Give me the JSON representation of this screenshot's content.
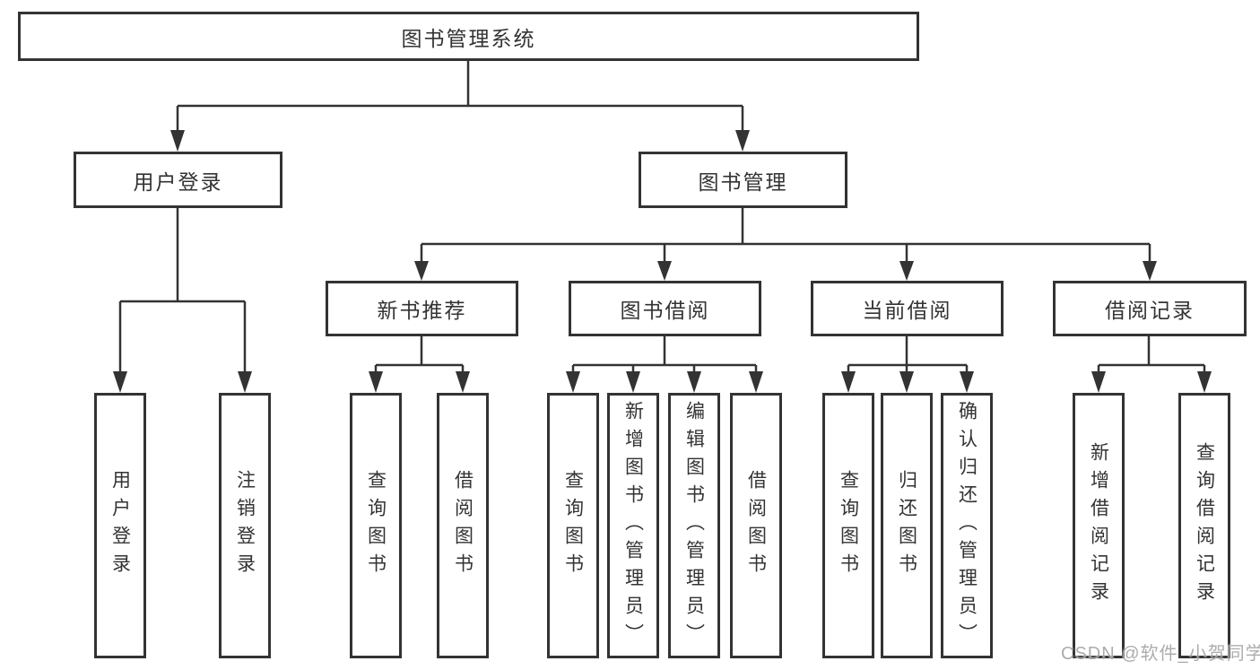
{
  "diagram": {
    "title": "图书管理系统",
    "type": "hierarchy-tree",
    "tree": {
      "label": "图书管理系统",
      "children": [
        {
          "label": "用户登录",
          "children": [
            {
              "label": "用户登录"
            },
            {
              "label": "注销登录"
            }
          ]
        },
        {
          "label": "图书管理",
          "children": [
            {
              "label": "新书推荐",
              "children": [
                {
                  "label": "查询图书"
                },
                {
                  "label": "借阅图书"
                }
              ]
            },
            {
              "label": "图书借阅",
              "children": [
                {
                  "label": "查询图书"
                },
                {
                  "label": "新增图书（管理员）"
                },
                {
                  "label": "编辑图书（管理员）"
                },
                {
                  "label": "借阅图书"
                }
              ]
            },
            {
              "label": "当前借阅",
              "children": [
                {
                  "label": "查询图书"
                },
                {
                  "label": "归还图书"
                },
                {
                  "label": "确认归还（管理员）"
                }
              ]
            },
            {
              "label": "借阅记录",
              "children": [
                {
                  "label": "新增借阅记录"
                },
                {
                  "label": "查询借阅记录"
                }
              ]
            }
          ]
        }
      ]
    }
  },
  "watermark": {
    "text": "CSDN @软件_小贺同学",
    "color": "#9e9e9e"
  },
  "colors": {
    "background": "#ffffff",
    "line": "#333333",
    "box_border": "#333333",
    "text": "#333333"
  }
}
